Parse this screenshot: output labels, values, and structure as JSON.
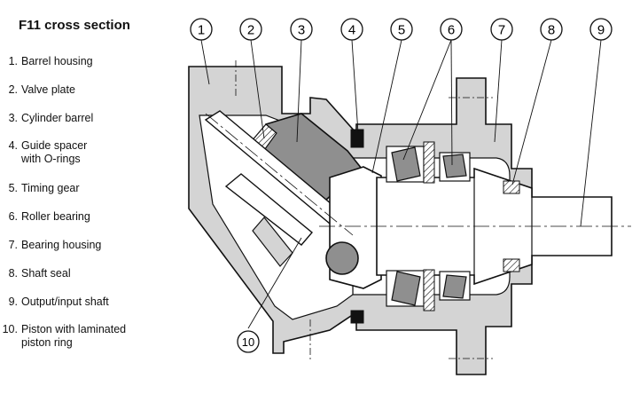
{
  "title": "F11 cross section",
  "legend": [
    {
      "num": "1.",
      "lines": [
        "Barrel housing"
      ]
    },
    {
      "num": "2.",
      "lines": [
        "Valve plate"
      ]
    },
    {
      "num": "3.",
      "lines": [
        "Cylinder barrel"
      ]
    },
    {
      "num": "4.",
      "lines": [
        "Guide spacer",
        "with O-rings"
      ]
    },
    {
      "num": "5.",
      "lines": [
        "Timing gear"
      ]
    },
    {
      "num": "6.",
      "lines": [
        "Roller bearing"
      ]
    },
    {
      "num": "7.",
      "lines": [
        "Bearing housing"
      ]
    },
    {
      "num": "8.",
      "lines": [
        "Shaft seal"
      ]
    },
    {
      "num": "9.",
      "lines": [
        "Output/input shaft"
      ]
    },
    {
      "num": "10.",
      "lines": [
        "Piston with laminated",
        "piston ring"
      ]
    }
  ],
  "callouts": [
    "1",
    "2",
    "3",
    "4",
    "5",
    "6",
    "7",
    "8",
    "9",
    "10"
  ],
  "colors": {
    "housing": "#d4d4d4",
    "barrel": "#8f8f8f",
    "line": "#111111",
    "bg": "#ffffff",
    "shaft": "#ffffff"
  }
}
